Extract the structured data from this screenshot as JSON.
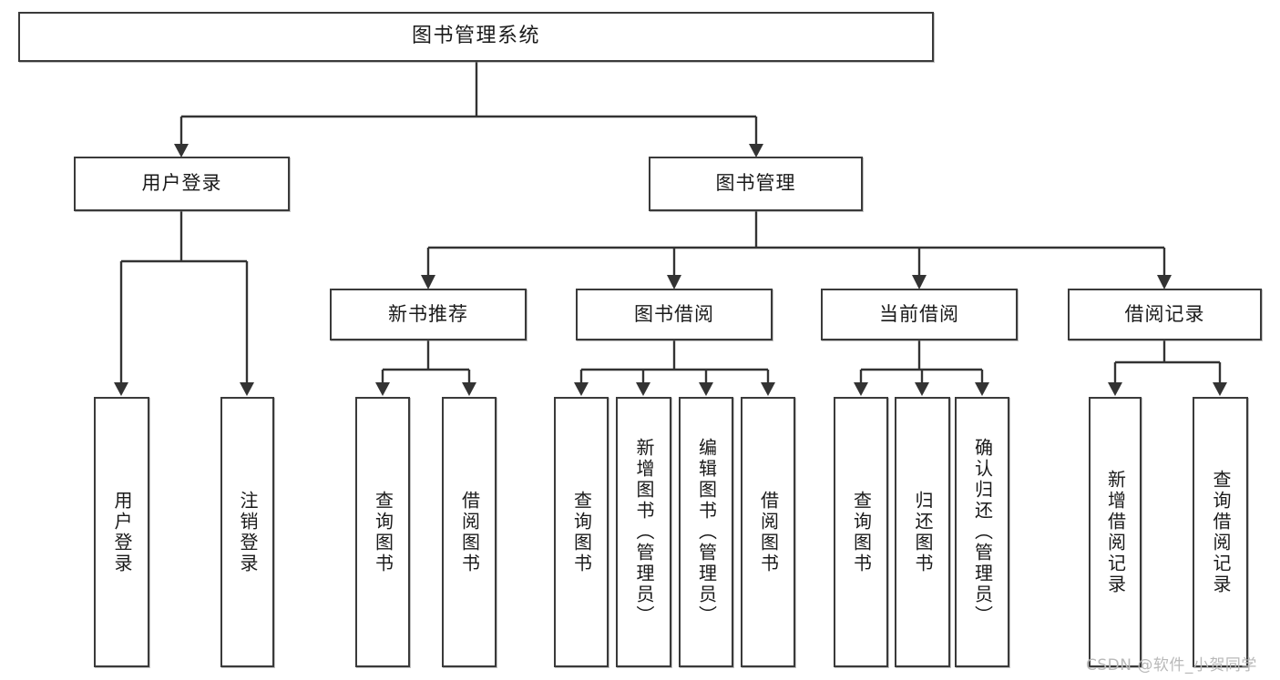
{
  "diagram": {
    "type": "tree",
    "title": "图书管理系统",
    "root": {
      "id": "root",
      "label": "图书管理系统",
      "orientation": "horizontal"
    },
    "level2": [
      {
        "id": "user-login",
        "label": "用户登录",
        "orientation": "horizontal"
      },
      {
        "id": "book-manage",
        "label": "图书管理",
        "orientation": "horizontal"
      }
    ],
    "level3": [
      {
        "id": "new-book-rec",
        "label": "新书推荐",
        "orientation": "horizontal",
        "parent": "book-manage"
      },
      {
        "id": "book-borrow",
        "label": "图书借阅",
        "orientation": "horizontal",
        "parent": "book-manage"
      },
      {
        "id": "current-borrow",
        "label": "当前借阅",
        "orientation": "horizontal",
        "parent": "book-manage"
      },
      {
        "id": "borrow-record",
        "label": "借阅记录",
        "orientation": "horizontal",
        "parent": "book-manage"
      }
    ],
    "leaves": [
      {
        "id": "leaf-user-login",
        "label": "用户登录",
        "parent": "user-login",
        "orientation": "vertical"
      },
      {
        "id": "leaf-user-logout",
        "label": "注销登录",
        "parent": "user-login",
        "orientation": "vertical"
      },
      {
        "id": "leaf-query-book-1",
        "label": "查询图书",
        "parent": "new-book-rec",
        "orientation": "vertical"
      },
      {
        "id": "leaf-borrow-book-1",
        "label": "借阅图书",
        "parent": "new-book-rec",
        "orientation": "vertical"
      },
      {
        "id": "leaf-query-book-2",
        "label": "查询图书",
        "parent": "book-borrow",
        "orientation": "vertical"
      },
      {
        "id": "leaf-add-book",
        "label": "新增图书（管理员）",
        "parent": "book-borrow",
        "orientation": "vertical"
      },
      {
        "id": "leaf-edit-book",
        "label": "编辑图书（管理员）",
        "parent": "book-borrow",
        "orientation": "vertical"
      },
      {
        "id": "leaf-borrow-book-2",
        "label": "借阅图书",
        "parent": "book-borrow",
        "orientation": "vertical"
      },
      {
        "id": "leaf-query-book-3",
        "label": "查询图书",
        "parent": "current-borrow",
        "orientation": "vertical"
      },
      {
        "id": "leaf-return-book",
        "label": "归还图书",
        "parent": "current-borrow",
        "orientation": "vertical"
      },
      {
        "id": "leaf-confirm-return",
        "label": "确认归还（管理员）",
        "parent": "current-borrow",
        "orientation": "vertical"
      },
      {
        "id": "leaf-add-record",
        "label": "新增借阅记录",
        "parent": "borrow-record",
        "orientation": "vertical"
      },
      {
        "id": "leaf-query-record",
        "label": "查询借阅记录",
        "parent": "borrow-record",
        "orientation": "vertical"
      }
    ],
    "colors": {
      "box_border": "#3a3a3a",
      "box_fill": "#ffffff",
      "connector": "#333333",
      "text": "#1a1a1a",
      "watermark": "#b9b9b9",
      "background": "#ffffff"
    }
  },
  "watermark": {
    "text": "CSDN @软件_小贺同学"
  }
}
